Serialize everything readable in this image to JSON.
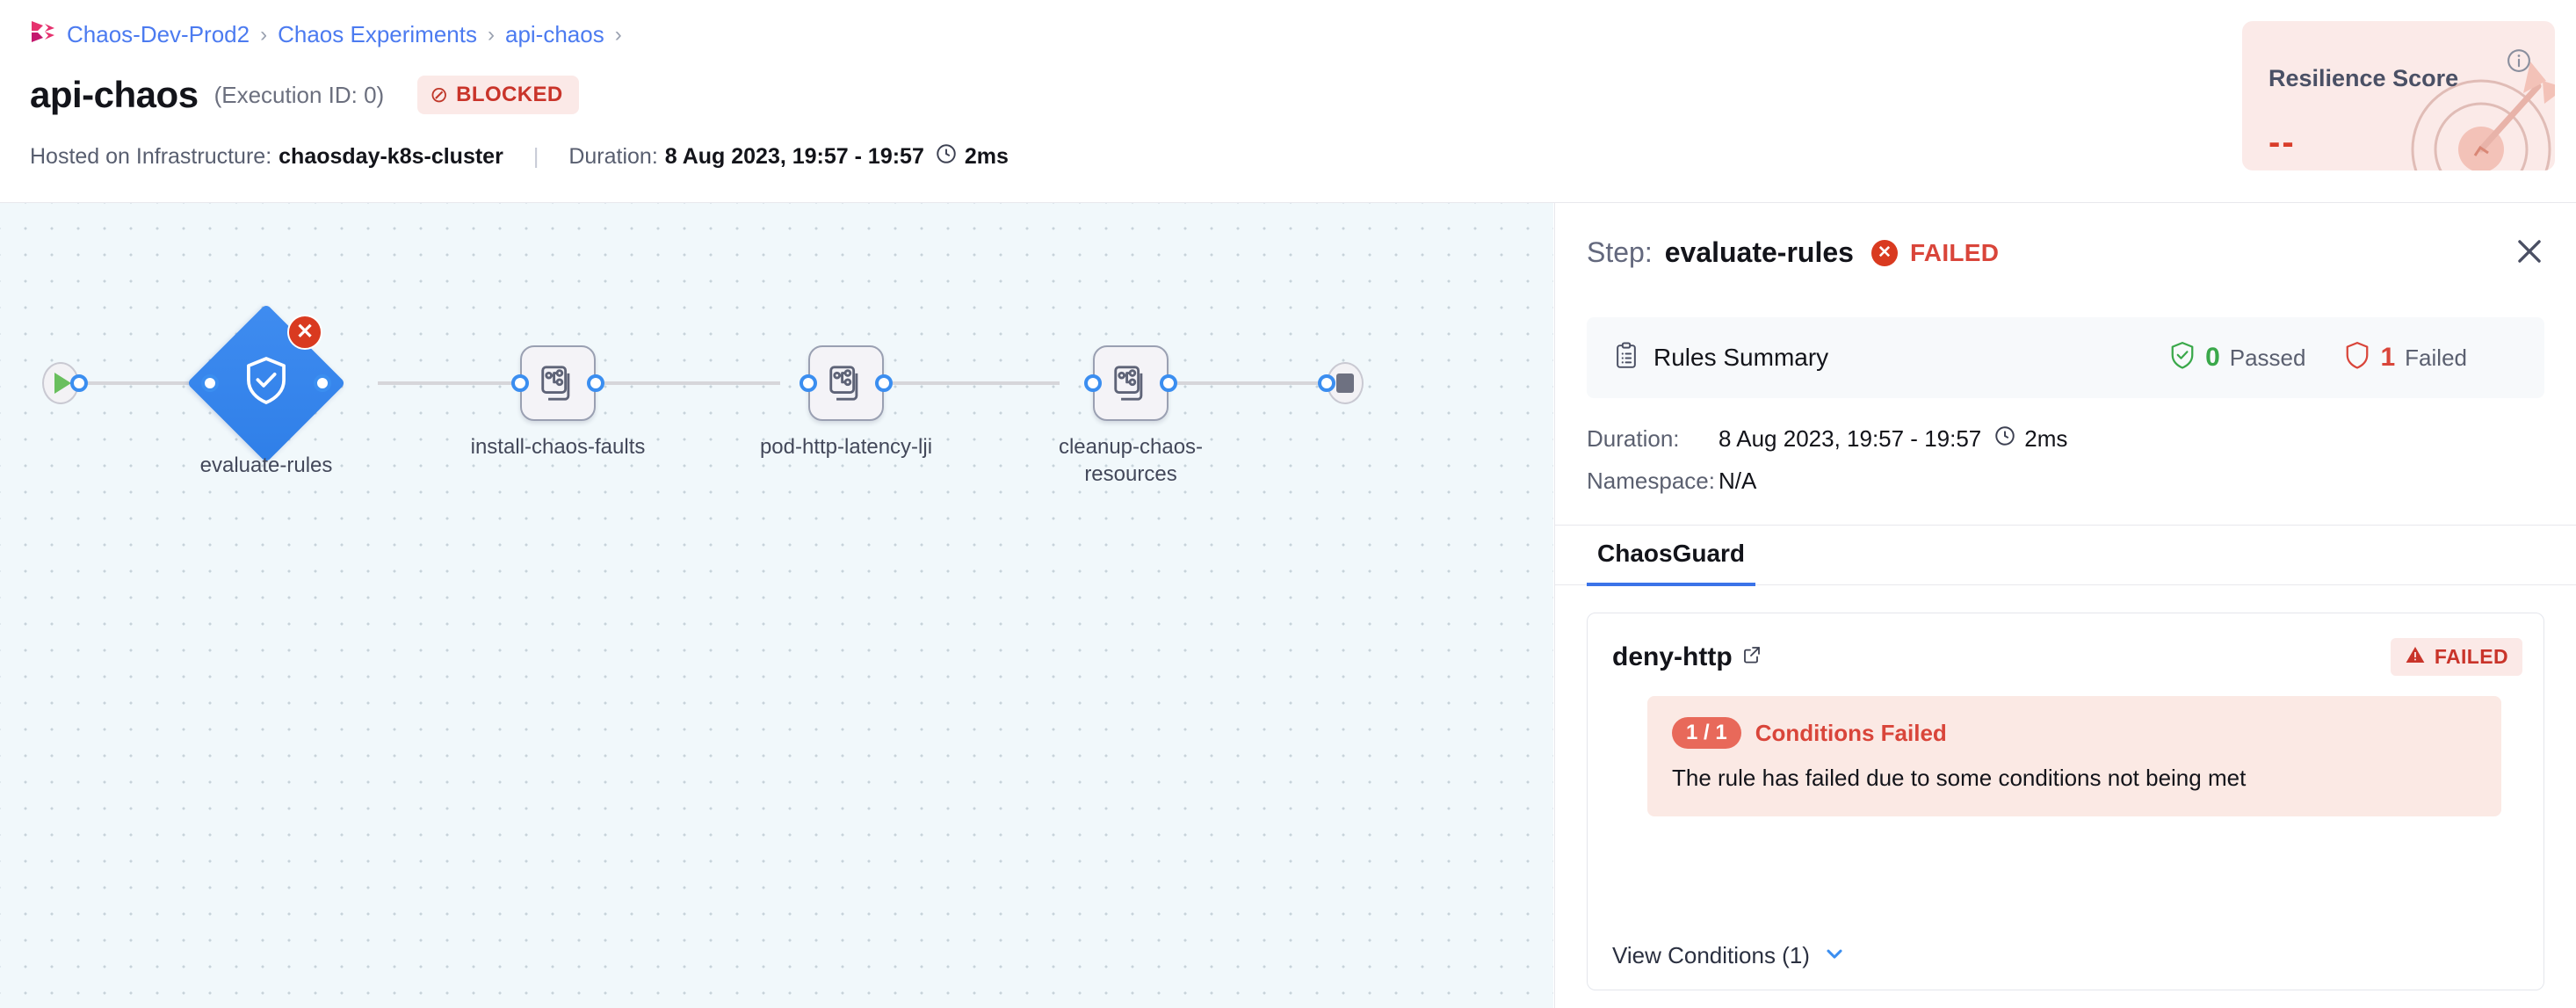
{
  "breadcrumb": {
    "logo": "harness-logo",
    "items": [
      "Chaos-Dev-Prod2",
      "Chaos Experiments",
      "api-chaos"
    ],
    "separator": "›"
  },
  "header": {
    "title": "api-chaos",
    "execution_id": "(Execution ID: 0)",
    "status_badge": {
      "icon": "blocked-icon",
      "label": "BLOCKED"
    },
    "infra_label": "Hosted on Infrastructure:",
    "infra_value": "chaosday-k8s-cluster",
    "divider": "|",
    "duration_label": "Duration:",
    "duration_value": "8 Aug 2023, 19:57 - 19:57",
    "duration_time": "2ms"
  },
  "resilience": {
    "title": "Resilience Score",
    "value": "--",
    "info_icon": "info-icon",
    "art_icon": "target-dart-icon",
    "bg_color": "#fbeae8",
    "value_color": "#d93d2a"
  },
  "graph": {
    "start_node": {
      "icon": "play-icon",
      "label": ""
    },
    "end_node": {
      "icon": "stop-icon",
      "label": ""
    },
    "nodes": [
      {
        "label": "evaluate-rules",
        "type": "diamond",
        "icon": "shield-check-icon",
        "status": "failed",
        "badge": "error-x-badge"
      },
      {
        "label": "install-chaos-faults",
        "type": "box",
        "icon": "chaos-fault-icon",
        "status": "none"
      },
      {
        "label": "pod-http-latency-lji",
        "type": "box",
        "icon": "chaos-fault-icon",
        "status": "none"
      },
      {
        "label": "cleanup-chaos-resources",
        "type": "box",
        "icon": "chaos-fault-icon",
        "status": "none"
      }
    ],
    "canvas_bg": "#f1f8fb",
    "accent_color": "#3b8ef0"
  },
  "panel": {
    "step_label": "Step:",
    "step_name": "evaluate-rules",
    "step_status": "FAILED",
    "step_status_icon": "error-circle-icon",
    "close_icon": "close-icon",
    "summary": {
      "icon": "clipboard-icon",
      "title": "Rules Summary",
      "passed_count": "0",
      "passed_label": "Passed",
      "passed_icon": "shield-check-green-icon",
      "failed_count": "1",
      "failed_label": "Failed",
      "failed_icon": "shield-red-icon"
    },
    "details": {
      "duration_key": "Duration:",
      "duration_value": "8 Aug 2023, 19:57 - 19:57",
      "duration_time": "2ms",
      "namespace_key": "Namespace:",
      "namespace_value": "N/A"
    },
    "tabs": [
      {
        "label": "ChaosGuard",
        "active": true
      }
    ],
    "rule": {
      "name": "deny-http",
      "external_link_icon": "external-link-icon",
      "status": "FAILED",
      "status_icon": "warning-triangle-icon",
      "conditions_pill": "1 / 1",
      "conditions_title": "Conditions Failed",
      "conditions_desc": "The rule has failed due to some conditions not being met",
      "view_conditions_label": "View Conditions (1)",
      "chevron_icon": "chevron-down-icon"
    }
  }
}
